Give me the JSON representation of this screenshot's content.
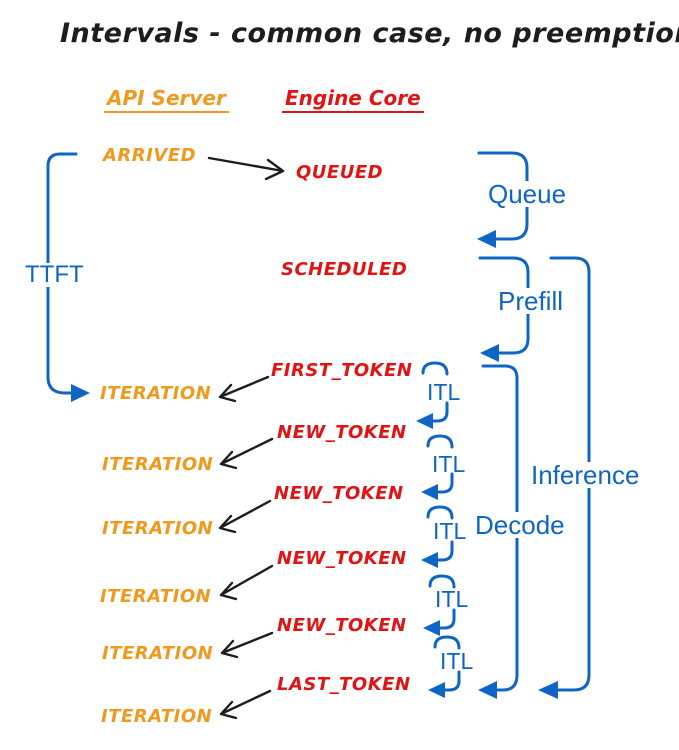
{
  "title": "Intervals - common case, no preemptions",
  "columns": {
    "api_server": "API Server",
    "engine_core": "Engine Core"
  },
  "api_events": [
    "ARRIVED",
    "ITERATION",
    "ITERATION",
    "ITERATION",
    "ITERATION",
    "ITERATION",
    "ITERATION"
  ],
  "engine_events": [
    "QUEUED",
    "SCHEDULED",
    "FIRST_TOKEN",
    "NEW_TOKEN",
    "NEW_TOKEN",
    "NEW_TOKEN",
    "NEW_TOKEN",
    "LAST_TOKEN"
  ],
  "intervals": {
    "ttft": "TTFT",
    "queue": "Queue",
    "prefill": "Prefill",
    "decode": "Decode",
    "inference": "Inference",
    "itl": [
      "ITL",
      "ITL",
      "ITL",
      "ITL",
      "ITL"
    ]
  },
  "colors": {
    "api": "#F0991F",
    "engine": "#E11414",
    "interval": "#0F65C5",
    "arrow": "#1d1d1d"
  }
}
